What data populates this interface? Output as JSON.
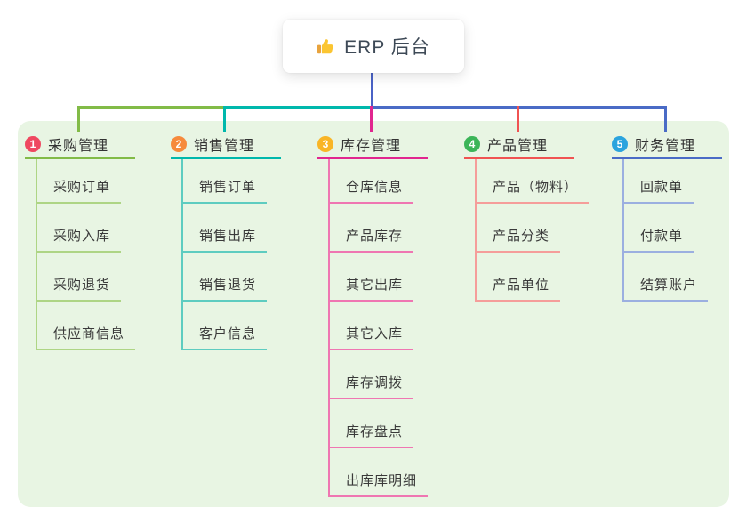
{
  "root": {
    "label": "ERP 后台",
    "icon": "thumbs-up-icon",
    "connector_color": "#4a62c6"
  },
  "canvas": {
    "background_color": "#ffffff",
    "panel_color": "#e8f5e3"
  },
  "branches": [
    {
      "index": "1",
      "label": "采购管理",
      "badge_color": "#ef4860",
      "line_color": "#82bb47",
      "child_line_color": "#aed585",
      "children": [
        "采购订单",
        "采购入库",
        "采购退货",
        "供应商信息"
      ]
    },
    {
      "index": "2",
      "label": "销售管理",
      "badge_color": "#f68a3c",
      "line_color": "#00b8ac",
      "child_line_color": "#5eccc0",
      "children": [
        "销售订单",
        "销售出库",
        "销售退货",
        "客户信息"
      ]
    },
    {
      "index": "3",
      "label": "库存管理",
      "badge_color": "#f9b526",
      "line_color": "#e1268f",
      "child_line_color": "#ef76b2",
      "children": [
        "仓库信息",
        "产品库存",
        "其它出库",
        "其它入库",
        "库存调拨",
        "库存盘点",
        "出库库明细"
      ]
    },
    {
      "index": "4",
      "label": "产品管理",
      "badge_color": "#3bb558",
      "line_color": "#f05352",
      "child_line_color": "#f59d9a",
      "children": [
        "产品（物料）",
        "产品分类",
        "产品单位"
      ]
    },
    {
      "index": "5",
      "label": "财务管理",
      "badge_color": "#2ba4de",
      "line_color": "#4a6bc6",
      "child_line_color": "#9bafe0",
      "children": [
        "回款单",
        "付款单",
        "结算账户"
      ]
    }
  ]
}
